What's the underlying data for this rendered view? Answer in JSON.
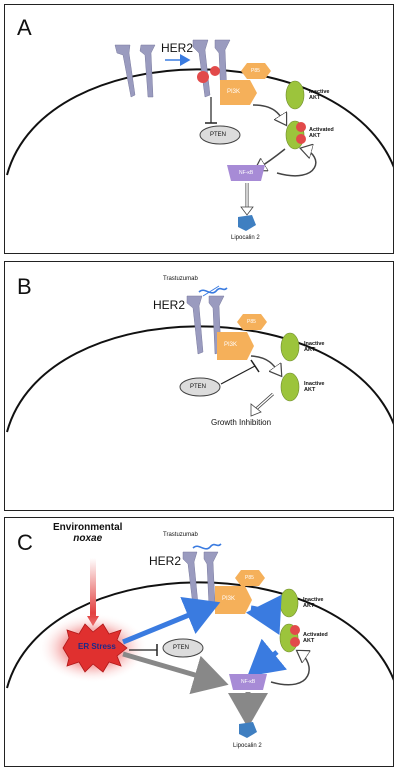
{
  "panel_a": {
    "letter": "A",
    "her2": "HER2",
    "pi3k": "PI3K",
    "p85": "P85",
    "inactive_akt": [
      "Inactive",
      "AKT"
    ],
    "activated_akt": [
      "Activated",
      "AKT"
    ],
    "pten": "PTEN",
    "nfkb": "NF-κB",
    "lipocalin": "Lipocalin 2"
  },
  "panel_b": {
    "letter": "B",
    "trastuzumab": "Trastuzumab",
    "her2": "HER2",
    "pi3k": "PI3K",
    "p85": "P85",
    "inactive_akt_1": [
      "Inactive",
      "AKT"
    ],
    "inactive_akt_2": [
      "Inactive",
      "AKT"
    ],
    "pten": "PTEN",
    "growth_inhibition": "Growth Inhibition"
  },
  "panel_c": {
    "letter": "C",
    "environmental": [
      "Environmental",
      "noxae"
    ],
    "trastuzumab": "Trastuzumab",
    "her2": "HER2",
    "pi3k": "PI3K",
    "p85": "P85",
    "er_stress": "ER Stress",
    "pten": "PTEN",
    "inactive_akt": [
      "Inactive",
      "AKT"
    ],
    "activated_akt": [
      "Activated",
      "AKT"
    ],
    "nfkb": "NF-κB",
    "lipocalin": "Lipocalin 2"
  },
  "colors": {
    "receptor": "#9a9bbf",
    "pi3k": "#f5b05a",
    "akt": "#9cc43c",
    "phospho": "#e24a4a",
    "nfkb": "#a78bd6",
    "lipocalin": "#3f7fc1",
    "blue_arrow": "#3a7be0",
    "gray_arrow": "#888888",
    "er_stress": "#e0302f"
  }
}
